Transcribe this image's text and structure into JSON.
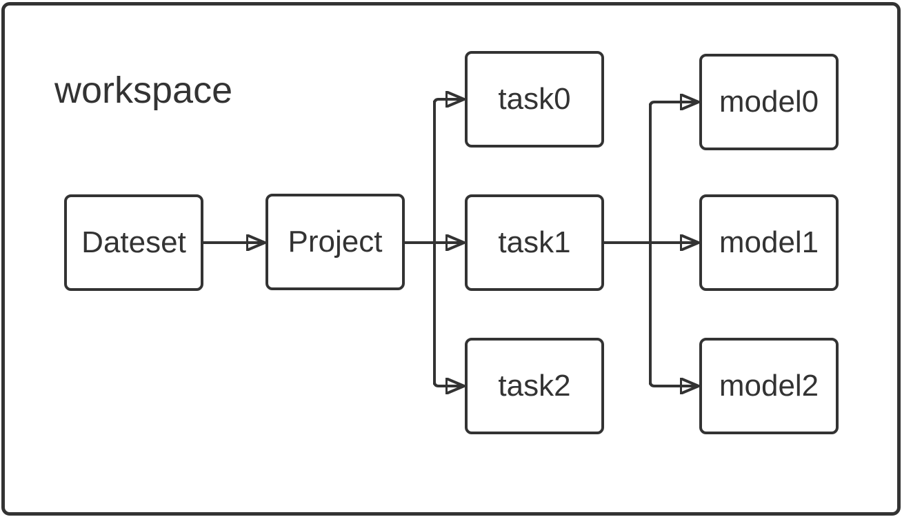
{
  "diagram": {
    "title": "workspace",
    "nodes": {
      "dateset": {
        "label": "Dateset"
      },
      "project": {
        "label": "Project"
      },
      "task0": {
        "label": "task0"
      },
      "task1": {
        "label": "task1"
      },
      "task2": {
        "label": "task2"
      },
      "model0": {
        "label": "model0"
      },
      "model1": {
        "label": "model1"
      },
      "model2": {
        "label": "model2"
      }
    },
    "edges": [
      {
        "from": "Dateset",
        "to": "Project"
      },
      {
        "from": "Project",
        "to": "task0"
      },
      {
        "from": "Project",
        "to": "task1"
      },
      {
        "from": "Project",
        "to": "task2"
      },
      {
        "from": "task1",
        "to": "model0"
      },
      {
        "from": "task1",
        "to": "model1"
      },
      {
        "from": "task1",
        "to": "model2"
      }
    ],
    "colors": {
      "stroke": "#333333",
      "text": "#333333",
      "background": "#ffffff"
    }
  }
}
